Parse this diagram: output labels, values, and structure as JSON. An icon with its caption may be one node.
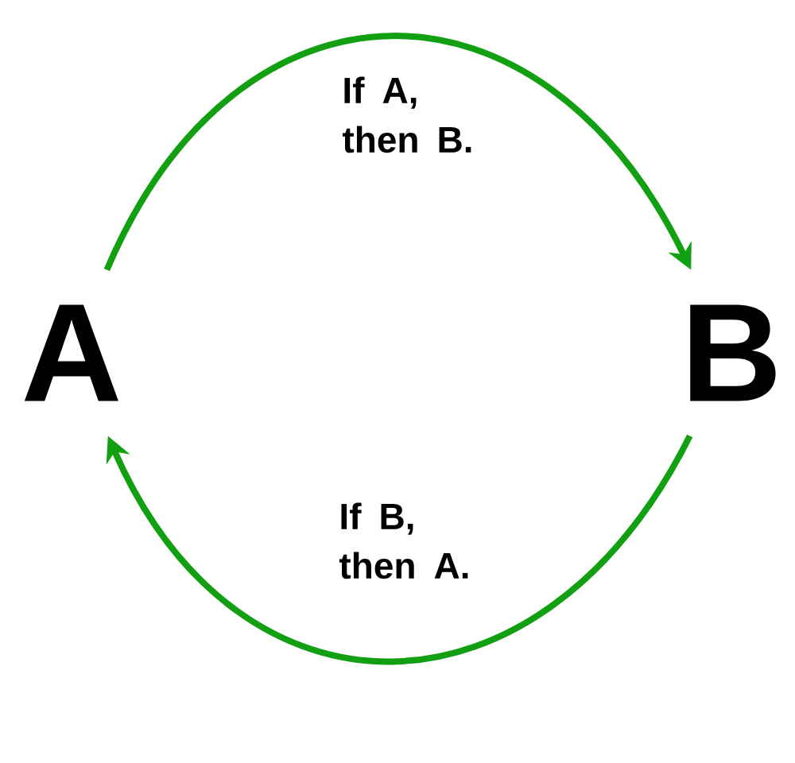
{
  "diagram": {
    "nodes": [
      {
        "text": [
          "A"
        ]
      },
      {
        "text": [
          "B"
        ]
      }
    ],
    "edges": [
      {
        "from": 0,
        "to": 1,
        "arrow": "to",
        "label": "If A, then B."
      },
      {
        "from": 1,
        "to": 0,
        "arrow": "to",
        "label": "If B, then A."
      }
    ]
  }
}
